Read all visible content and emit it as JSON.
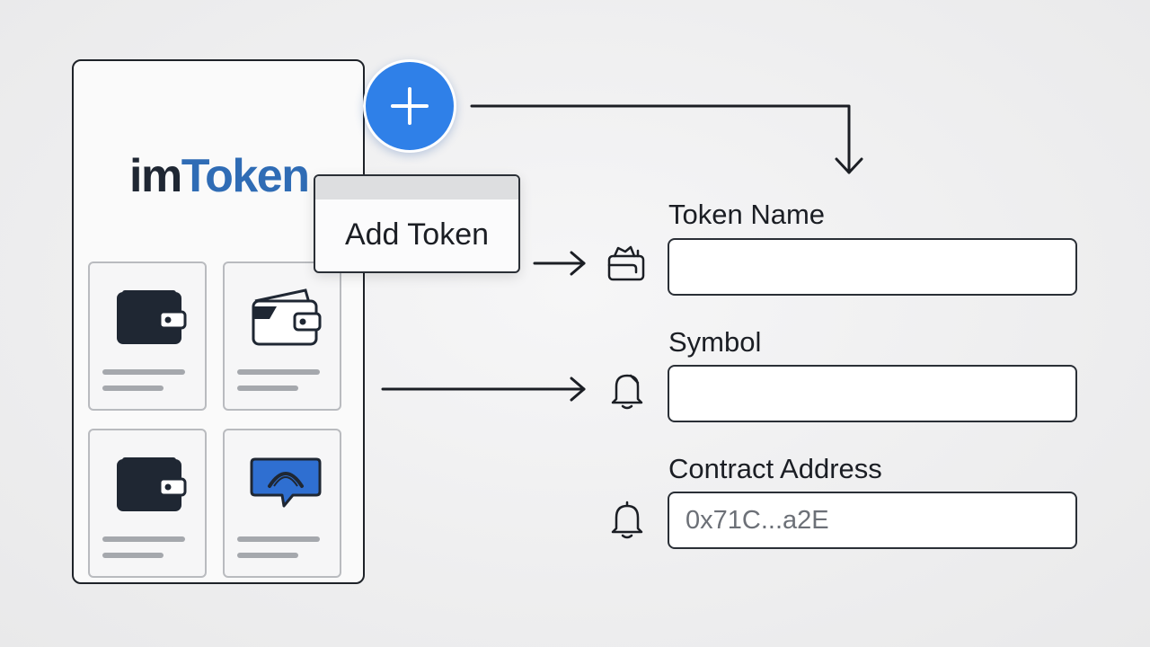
{
  "brand": {
    "logo_prefix": "im",
    "logo_suffix": "Token"
  },
  "add_button": {
    "icon": "plus-icon"
  },
  "tooltip": {
    "label": "Add Token"
  },
  "wallet_cards": [
    {
      "icon": "wallet-icon"
    },
    {
      "icon": "open-wallet-icon"
    },
    {
      "icon": "wallet-icon"
    },
    {
      "icon": "chat-bubble-icon"
    }
  ],
  "form": {
    "token_name": {
      "label": "Token Name",
      "value": "",
      "icon": "tag-icon"
    },
    "symbol": {
      "label": "Symbol",
      "value": "",
      "icon": "bell-icon"
    },
    "contract_address": {
      "label": "Contract Address",
      "placeholder": "0x71C...a2E",
      "icon": "bell-icon"
    }
  },
  "colors": {
    "accent": "#2f80e8",
    "logo_token": "#2f6cb5",
    "logo_im": "#1f2733",
    "outline": "#1e2228"
  }
}
